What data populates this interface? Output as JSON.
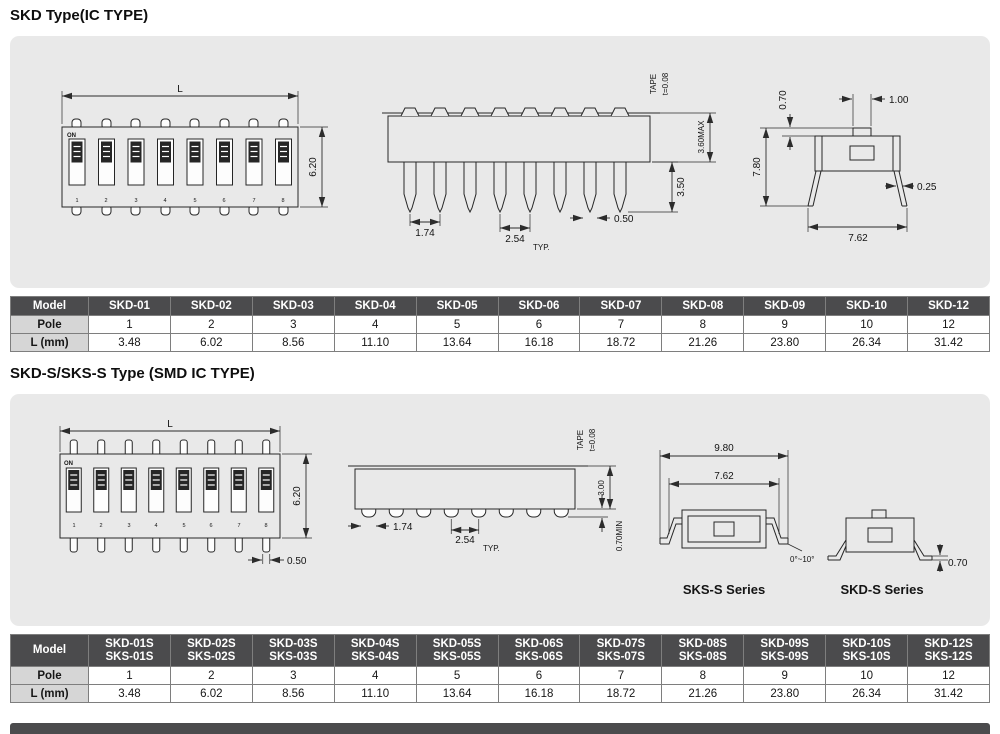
{
  "titles": {
    "section1": "SKD Type(IC TYPE)",
    "section2": "SKD-S/SKS-S Type (SMD IC TYPE)"
  },
  "theme": {
    "table_header_bg": "#4b4b4d",
    "table_label_bg": "#d6d6d6",
    "panel_bg": "#e9e9e9",
    "line_color": "#262626"
  },
  "s1": {
    "top": {
      "dim_l": "L",
      "dim_body_w": "6.20",
      "on_label": "ON",
      "positions": [
        "1",
        "2",
        "3",
        "4",
        "5",
        "6",
        "7",
        "8"
      ]
    },
    "side": {
      "tape_label": "TAPE",
      "tape_thickness": "t=0.08",
      "dim_total_h": "3.60MAX",
      "dim_lead_a": "1.74",
      "dim_pitch": "2.54",
      "typ_label": "TYP.",
      "dim_lead_w": "0.50",
      "dim_lead_len": "3.50"
    },
    "end": {
      "dim_actuator_h": "0.70",
      "dim_actuator_w": "1.00",
      "dim_total": "7.80",
      "dim_lead_t": "0.25",
      "dim_row_span": "7.62"
    },
    "table": {
      "model_label": "Model",
      "pole_label": "Pole",
      "l_label": "L (mm)",
      "models": [
        "SKD-01",
        "SKD-02",
        "SKD-03",
        "SKD-04",
        "SKD-05",
        "SKD-06",
        "SKD-07",
        "SKD-08",
        "SKD-09",
        "SKD-10",
        "SKD-12"
      ],
      "poles": [
        "1",
        "2",
        "3",
        "4",
        "5",
        "6",
        "7",
        "8",
        "9",
        "10",
        "12"
      ],
      "lengths": [
        "3.48",
        "6.02",
        "8.56",
        "11.10",
        "13.64",
        "16.18",
        "18.72",
        "21.26",
        "23.80",
        "26.34",
        "31.42"
      ]
    }
  },
  "s2": {
    "top": {
      "dim_l": "L",
      "dim_body_w": "6.20",
      "dim_lead_w": "0.50",
      "on_label": "ON",
      "positions": [
        "1",
        "2",
        "3",
        "4",
        "5",
        "6",
        "7",
        "8"
      ]
    },
    "side": {
      "tape_label": "TAPE",
      "tape_thickness": "t=0.08",
      "dim_body_h": "3.00",
      "dim_min": "0.70MIN",
      "dim_lead_a": "1.74",
      "dim_pitch": "2.54",
      "typ_label": "TYP."
    },
    "sks": {
      "dim_overall": "9.80",
      "dim_span": "7.62",
      "angle": "0°~10°",
      "label": "SKS-S Series"
    },
    "skd": {
      "dim_foot": "0.70",
      "label": "SKD-S Series"
    },
    "table": {
      "model_label": "Model",
      "pole_label": "Pole",
      "l_label": "L (mm)",
      "models_skd": [
        "SKD-01S",
        "SKD-02S",
        "SKD-03S",
        "SKD-04S",
        "SKD-05S",
        "SKD-06S",
        "SKD-07S",
        "SKD-08S",
        "SKD-09S",
        "SKD-10S",
        "SKD-12S"
      ],
      "models_sks": [
        "SKS-01S",
        "SKS-02S",
        "SKS-03S",
        "SKS-04S",
        "SKS-05S",
        "SKS-06S",
        "SKS-07S",
        "SKS-08S",
        "SKS-09S",
        "SKS-10S",
        "SKS-12S"
      ],
      "poles": [
        "1",
        "2",
        "3",
        "4",
        "5",
        "6",
        "7",
        "8",
        "9",
        "10",
        "12"
      ],
      "lengths": [
        "3.48",
        "6.02",
        "8.56",
        "11.10",
        "13.64",
        "16.18",
        "18.72",
        "21.26",
        "23.80",
        "26.34",
        "31.42"
      ]
    }
  }
}
